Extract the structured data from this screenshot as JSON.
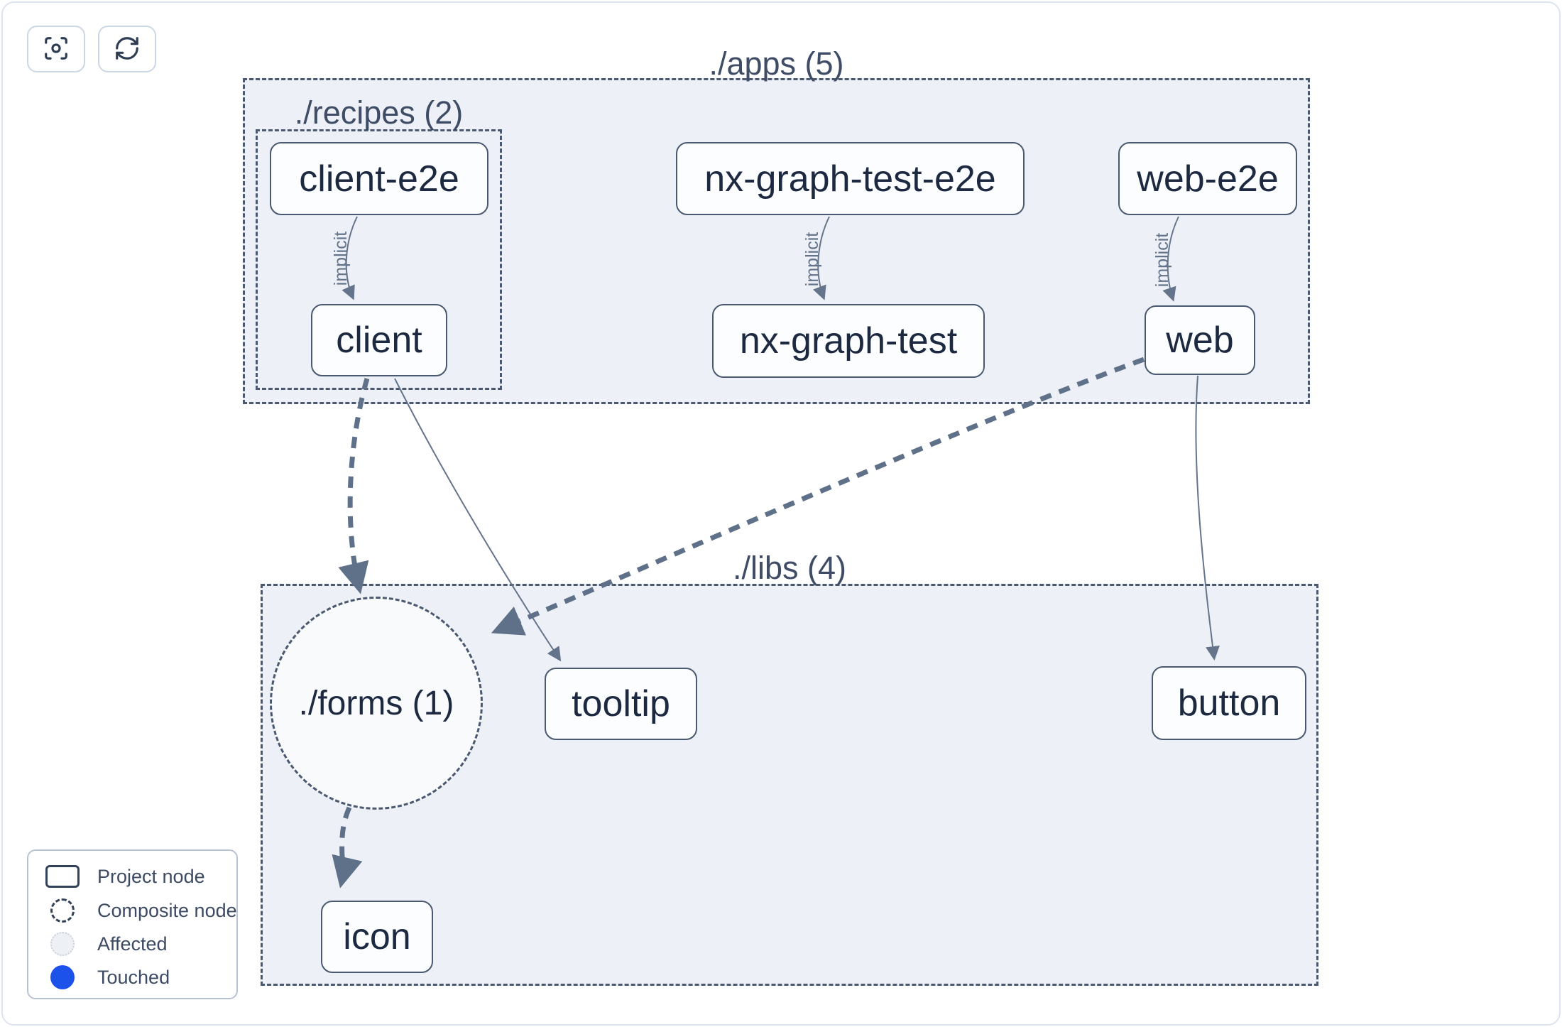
{
  "toolbar": {
    "buttons": [
      {
        "icon": "focus-icon",
        "action": "center-graph"
      },
      {
        "icon": "refresh-icon",
        "action": "refresh-graph"
      }
    ]
  },
  "graph": {
    "containers": {
      "apps": {
        "label": "./apps (5)"
      },
      "recipes": {
        "label": "./recipes (2)"
      },
      "libs": {
        "label": "./libs (4)"
      }
    },
    "nodes": {
      "client_e2e": "client-e2e",
      "nx_graph_test_e2e": "nx-graph-test-e2e",
      "web_e2e": "web-e2e",
      "client": "client",
      "nx_graph_test": "nx-graph-test",
      "web": "web",
      "tooltip": "tooltip",
      "button": "button",
      "icon": "icon",
      "forms_composite": "./forms (1)"
    },
    "edge_label": "implicit",
    "edges": [
      {
        "from": "client-e2e",
        "to": "client",
        "type": "implicit"
      },
      {
        "from": "nx-graph-test-e2e",
        "to": "nx-graph-test",
        "type": "implicit"
      },
      {
        "from": "web-e2e",
        "to": "web",
        "type": "implicit"
      },
      {
        "from": "client",
        "to": "./forms (1)",
        "type": "dashed-dependency"
      },
      {
        "from": "client",
        "to": "tooltip",
        "type": "dependency"
      },
      {
        "from": "web",
        "to": "./forms (1)",
        "type": "dashed-dependency"
      },
      {
        "from": "web",
        "to": "button",
        "type": "dependency"
      },
      {
        "from": "./forms (1)",
        "to": "icon",
        "type": "dashed-dependency"
      }
    ]
  },
  "legend": {
    "items": [
      {
        "icon": "project-node-icon",
        "label": "Project node"
      },
      {
        "icon": "composite-node-icon",
        "label": "Composite node"
      },
      {
        "icon": "affected-icon",
        "label": "Affected"
      },
      {
        "icon": "touched-icon",
        "label": "Touched"
      }
    ]
  },
  "colors": {
    "touched_blue": "#1c51ea",
    "container_fill": "#edf1f7",
    "dashed_border": "#4a5870",
    "node_text": "#1d2940",
    "label_slate": "#3e4c66",
    "edge": "#64748b",
    "thick_edge": "#5f7089",
    "panel_border": "#dde3f0"
  }
}
